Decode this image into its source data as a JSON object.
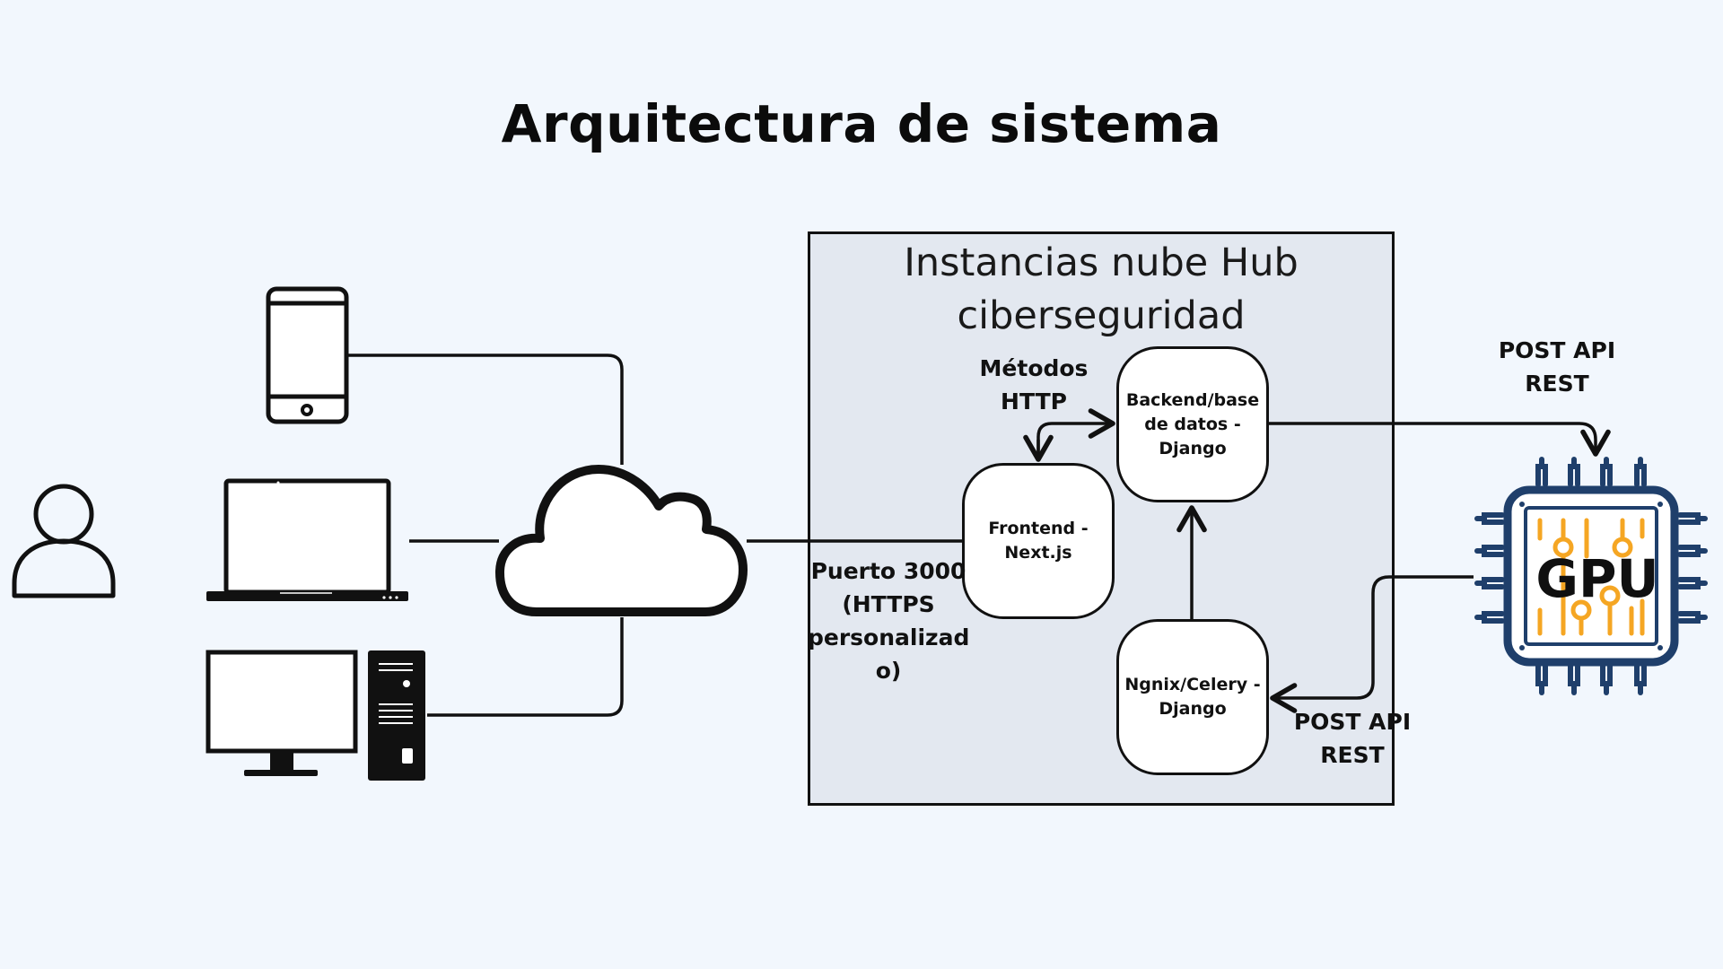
{
  "title": "Arquitectura de sistema",
  "cloud_instances": {
    "title_line1": "Instancias nube Hub",
    "title_line2": "ciberseguridad"
  },
  "nodes": {
    "frontend": "Frontend - Next.js",
    "backend": "Backend/base de datos - Django",
    "nginx": "Ngnix/Celery - Django"
  },
  "labels": {
    "metodos_line1": "Métodos",
    "metodos_line2": "HTTP",
    "puerto_line1": "Puerto 3000",
    "puerto_line2": "(HTTPS",
    "puerto_line3": "personalizad",
    "puerto_line4": "o)",
    "post_top_line1": "POST API",
    "post_top_line2": "REST",
    "post_bottom_line1": "POST API",
    "post_bottom_line2": "REST"
  },
  "gpu_label": "GPU",
  "icons": [
    "user-icon",
    "smartphone-icon",
    "laptop-icon",
    "desktop-computer-icon",
    "cloud-icon",
    "gpu-chip-icon"
  ],
  "colors": {
    "background": "#f2f7fd",
    "instance_box": "#e3e8f0",
    "gpu_blue": "#1f3f6b",
    "gpu_orange": "#f5a623",
    "stroke": "#111111"
  }
}
